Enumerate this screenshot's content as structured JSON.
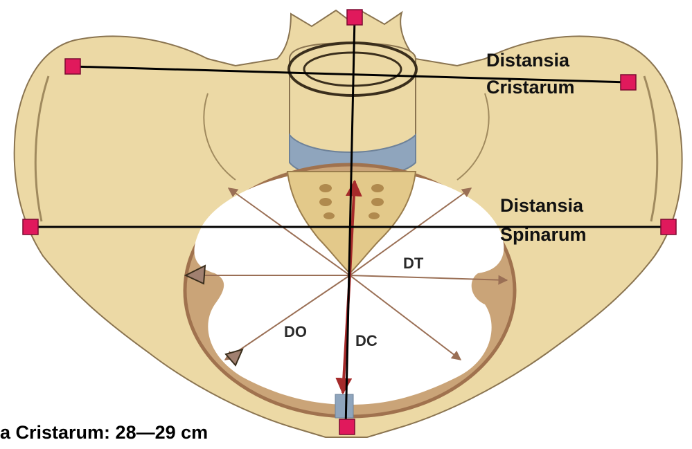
{
  "labels": {
    "distansia_cristarum_line1": "Distansia",
    "distansia_cristarum_line2": "Cristarum",
    "distansia_spinarum_line1": "Distansia",
    "distansia_spinarum_line2": "Spinarum",
    "dt": "DT",
    "do": "DO",
    "dc": "DC"
  },
  "caption": "a Cristarum: 28—29 cm",
  "colors": {
    "bone": "#ecd9a5",
    "bone_outline": "#8a7450",
    "rim": "#a0724e",
    "inlet": "#ffffff",
    "disc": "#8fa5bd",
    "sacrum": "#e3c98a",
    "arrow": "#9a6f55",
    "axis_arrow": "#a52a2a",
    "line": "#000000",
    "marker": "#e0195c"
  }
}
